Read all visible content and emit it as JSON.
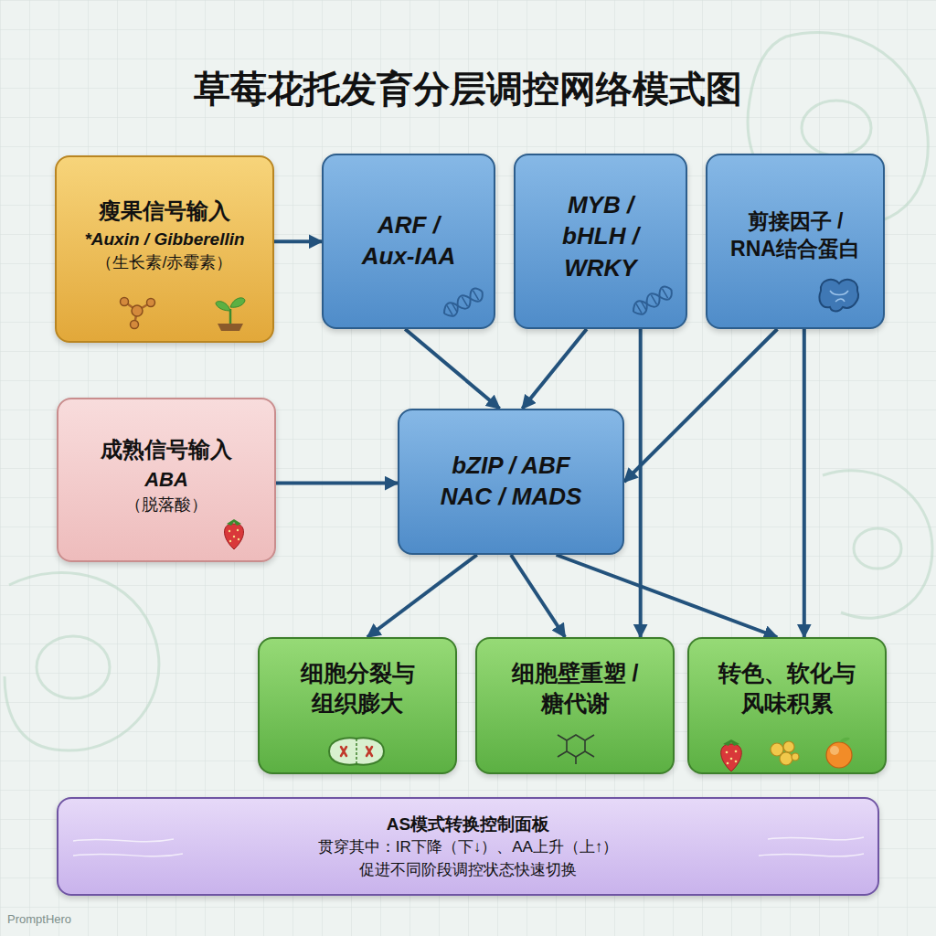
{
  "diagram": {
    "title": "草莓花托发育分层调控网络模式图",
    "nodes": [
      {
        "text": [
          "瘦果信号输入",
          "*Auxin / Gibberellin",
          "（生长素/赤霉素）"
        ]
      },
      {
        "text": [
          "ARF / Aux-IAA"
        ]
      },
      {
        "text": [
          "MYB / bHLH / WRKY"
        ]
      },
      {
        "text": [
          "剪接因子 / RNA结合蛋白"
        ]
      },
      {
        "text": [
          "成熟信号输入",
          "ABA",
          "（脱落酸）"
        ]
      },
      {
        "text": [
          "bZIP / ABF NAC / MADS"
        ]
      },
      {
        "text": [
          "细胞分裂与 组织膨大"
        ]
      },
      {
        "text": [
          "细胞壁重塑 / 糖代谢"
        ]
      },
      {
        "text": [
          "转色、软化与 风味积累"
        ]
      },
      {
        "text": [
          "AS模式转换控制面板",
          "贯穿其中：IR下降（下↓）、AA上升（上↑）",
          "促进不同阶段调控状态快速切换"
        ]
      }
    ],
    "edges": [
      {
        "from": 0,
        "to": 1,
        "arrow": "to"
      },
      {
        "from": 1,
        "to": 5,
        "arrow": "to"
      },
      {
        "from": 2,
        "to": 5,
        "arrow": "to"
      },
      {
        "from": 3,
        "to": 5,
        "arrow": "to"
      },
      {
        "from": 4,
        "to": 5,
        "arrow": "to"
      },
      {
        "from": 2,
        "to": 7,
        "arrow": "to"
      },
      {
        "from": 3,
        "to": 8,
        "arrow": "to"
      },
      {
        "from": 5,
        "to": 6,
        "arrow": "to"
      },
      {
        "from": 5,
        "to": 7,
        "arrow": "to"
      },
      {
        "from": 5,
        "to": 8,
        "arrow": "to"
      }
    ],
    "labels": [
      "PromptHero"
    ]
  }
}
